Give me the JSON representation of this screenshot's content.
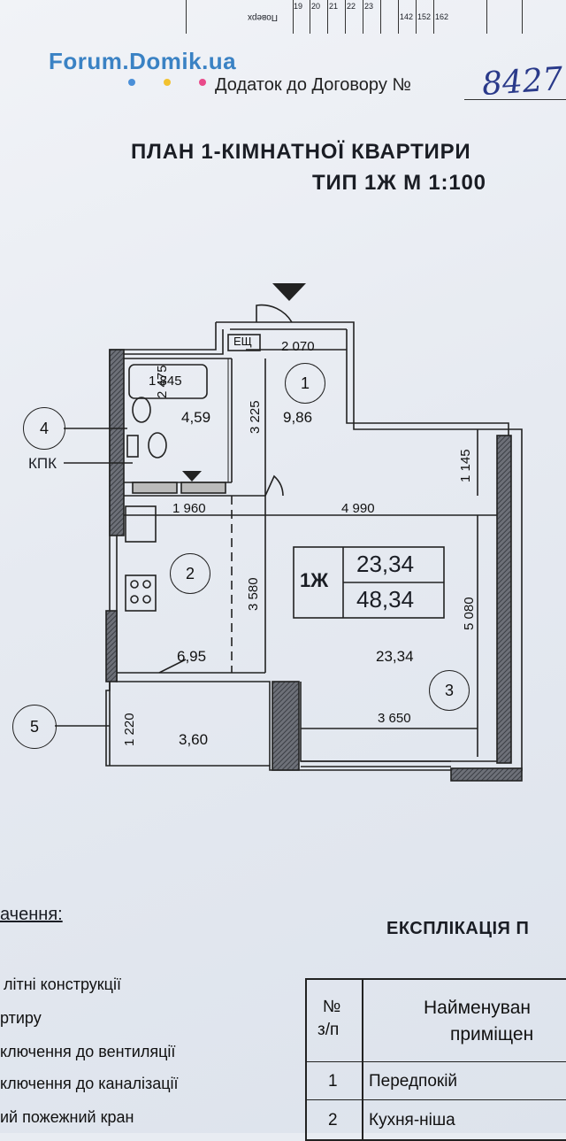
{
  "watermark": {
    "text": "Forum.Domik.ua",
    "dot_colors": [
      "#4a8fd8",
      "#f2c230",
      "#e94a8a",
      "#7bc043"
    ]
  },
  "header": {
    "addendum": "Додаток до Договору №",
    "contract_number": "8427"
  },
  "title": {
    "line1": "ПЛАН 1-КІМНАТНОЇ КВАРТИРИ",
    "line2": "ТИП 1Ж   М 1:100"
  },
  "plan": {
    "apartment_type": "1Ж",
    "living_area": "23,34",
    "total_area": "48,34",
    "rooms": [
      {
        "number": "1",
        "area": "9,86"
      },
      {
        "number": "2",
        "area": "6,95"
      },
      {
        "number": "3",
        "area": "23,34"
      },
      {
        "bath_area": "4,59"
      },
      {
        "balcony_area": "3,60"
      }
    ],
    "dimensions": [
      "2 070",
      "1 845",
      "2 475",
      "3 225",
      "1 145",
      "1 960",
      "4 990",
      "3 580",
      "5 080",
      "3 650",
      "1 220"
    ],
    "shaft_label": "ЕЩ",
    "callouts": [
      {
        "number": "4",
        "label": "КПК"
      },
      {
        "number": "5",
        "label": ""
      }
    ]
  },
  "legend": {
    "title": "ачення:",
    "items": [
      "літні конструкції",
      "ртиру",
      "ключення до вентиляції",
      "ключення до каналізації",
      "ий пожежний кран"
    ]
  },
  "explication": {
    "title": "ЕКСПЛІКАЦІЯ П",
    "col_no": "№\nз/п",
    "col_no_line1": "№",
    "col_no_line2": "з/п",
    "col_name_line1": "Найменуван",
    "col_name_line2": "приміщен",
    "rows": [
      {
        "no": "1",
        "name": "Передпокій"
      },
      {
        "no": "2",
        "name": "Кухня-ніша"
      }
    ]
  },
  "top_strip": {
    "header_label": "Поверх",
    "cells": [
      "19",
      "20",
      "21",
      "22",
      "23",
      "142",
      "152",
      "162"
    ]
  }
}
